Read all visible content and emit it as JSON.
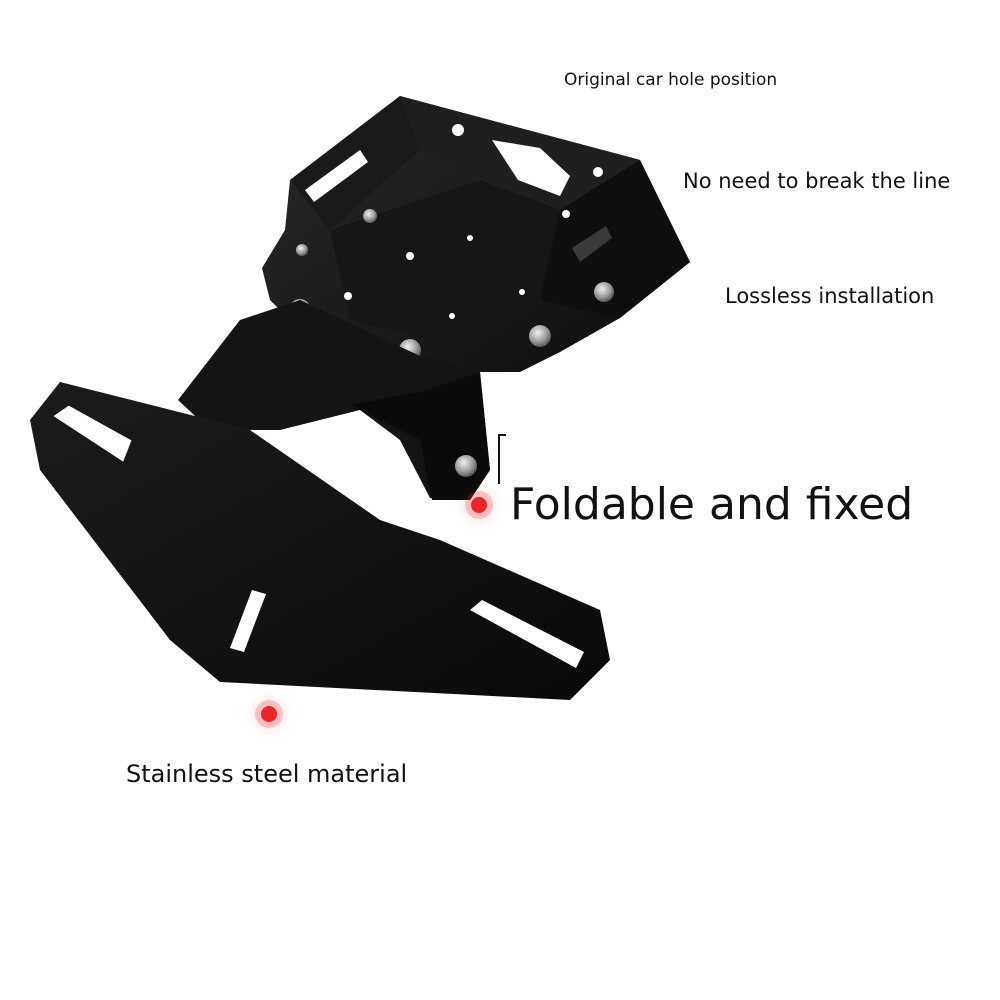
{
  "labels": {
    "hole_position": "Original car hole position",
    "no_break_line": "No need to break the line",
    "lossless": "Lossless installation",
    "foldable": "Foldable and fixed",
    "material": "Stainless steel material"
  },
  "colors": {
    "bracket": "#121212",
    "marker": "#e62828",
    "background": "#ffffff"
  }
}
